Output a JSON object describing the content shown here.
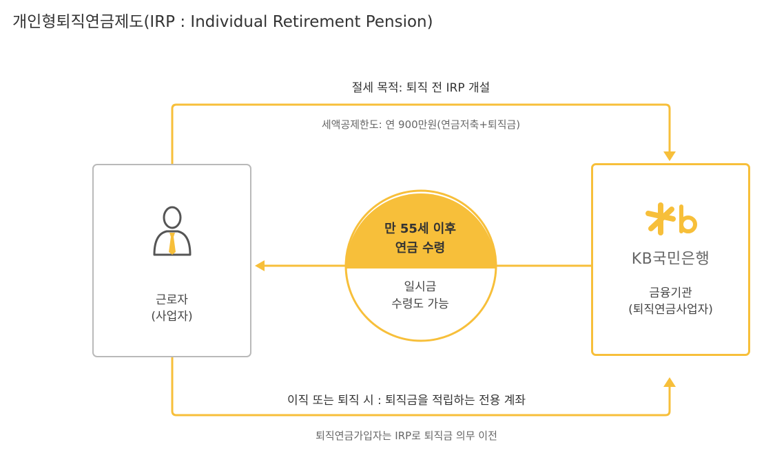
{
  "title": "개인형퇴직연금제도(IRP : Individual Retirement Pension)",
  "flow": {
    "top_label": "절세 목적: 퇴직 전 IRP 개설",
    "tax_deduction": "세액공제한도: 연 900만원(연금저축+퇴직금)",
    "bottom_label": "이직 또는 퇴직 시 : 퇴직금을 적립하는 전용 계좌",
    "transfer_note": "퇴직연금가입자는 IRP로 퇴직금 의무 이전"
  },
  "worker": {
    "label_line1": "근로자",
    "label_line2": "(사업자)",
    "icon": "person-with-tie-icon"
  },
  "bank": {
    "logo_text": "KB국민은행",
    "label_line1": "금융기관",
    "label_line2": "(퇴직연금사업자)",
    "icon": "kb-star-logo"
  },
  "circle": {
    "top_line1": "만 55세 이후",
    "top_line2": "연금 수령",
    "bottom_line1": "일시금",
    "bottom_line2": "수령도 가능"
  },
  "colors": {
    "accent": "#f7bf3a",
    "box_border": "#b9b9b9",
    "text": "#333333"
  }
}
